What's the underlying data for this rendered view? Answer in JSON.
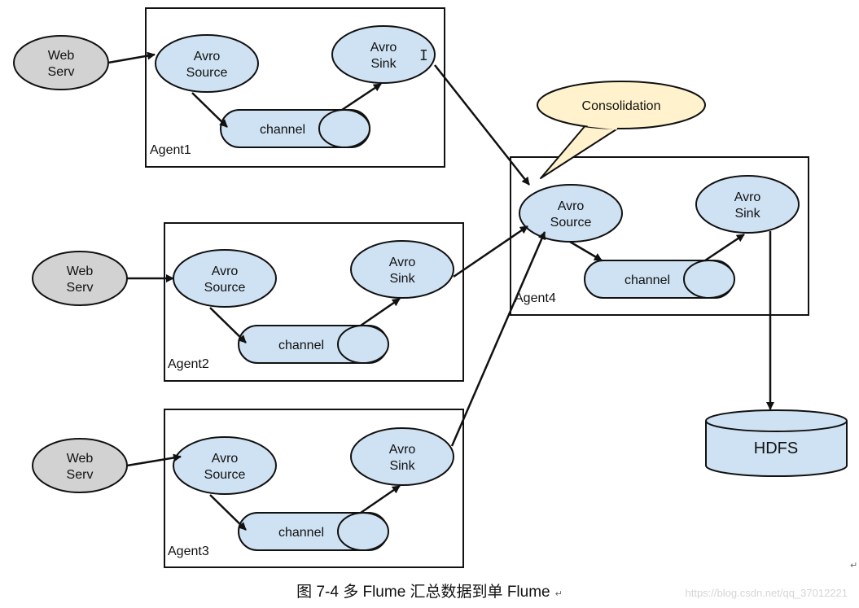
{
  "colors": {
    "web_server_fill": "#d2d2d2",
    "component_fill": "#cfe2f3",
    "callout_fill": "#fff2cc",
    "stroke": "#111111"
  },
  "web_server_label": [
    "Web",
    "Serv"
  ],
  "source_label": [
    "Avro",
    "Source"
  ],
  "sink_label": [
    "Avro",
    "Sink"
  ],
  "channel_label": "channel",
  "agents": [
    "Agent1",
    "Agent2",
    "Agent3",
    "Agent4"
  ],
  "callout": "Consolidation",
  "storage": "HDFS",
  "caption": "图 7-4 多 Flume 汇总数据到单 Flume",
  "caption_mark": "↵",
  "watermark": "https://blog.csdn.net/qq_37012221",
  "icons": {
    "cursor": "text-cursor-icon",
    "paragraph": "paragraph-return-icon"
  }
}
